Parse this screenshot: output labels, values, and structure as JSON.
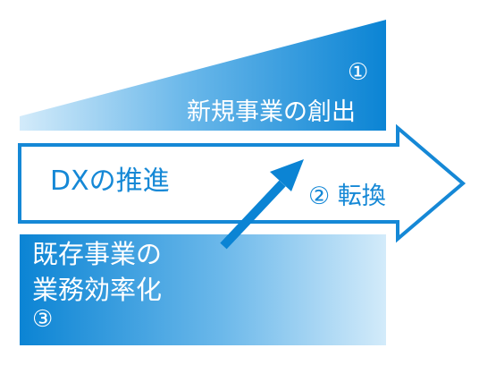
{
  "colors": {
    "accent": "#0b84d4",
    "accent_light": "#d3ebfa",
    "outline": "#1588d6",
    "text_on_accent": "#ffffff"
  },
  "top_banner": {
    "number": "①",
    "label": "新規事業の創出"
  },
  "middle_arrow": {
    "label": "DXの推進",
    "transform_label": "② 転換"
  },
  "bottom_banner": {
    "label_line1": "既存事業の",
    "label_line2": "業務効率化",
    "number": "③"
  },
  "diagonal_arrow": {
    "icon": "arrow-up-right-icon"
  }
}
